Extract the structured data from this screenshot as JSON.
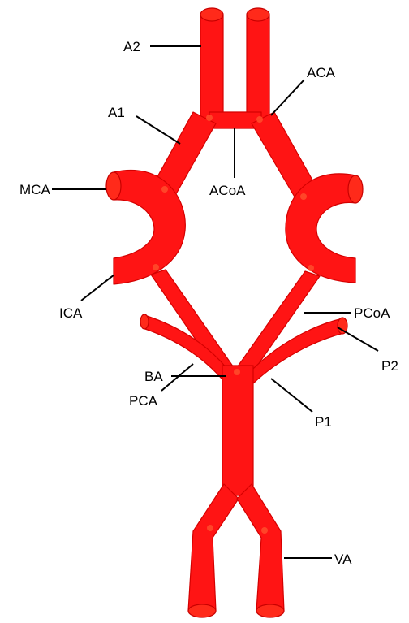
{
  "labels": {
    "a2": "A2",
    "aca": "ACA",
    "a1": "A1",
    "mca": "MCA",
    "acoa": "ACoA",
    "ica": "ICA",
    "pcoa": "PCoA",
    "pca": "PCA",
    "p2": "P2",
    "p1": "P1",
    "ba": "BA",
    "va": "VA"
  },
  "colors": {
    "vessel": "#ff1414",
    "vessel_outline": "#d40000",
    "leader_line": "#000000",
    "background": "#ffffff"
  }
}
